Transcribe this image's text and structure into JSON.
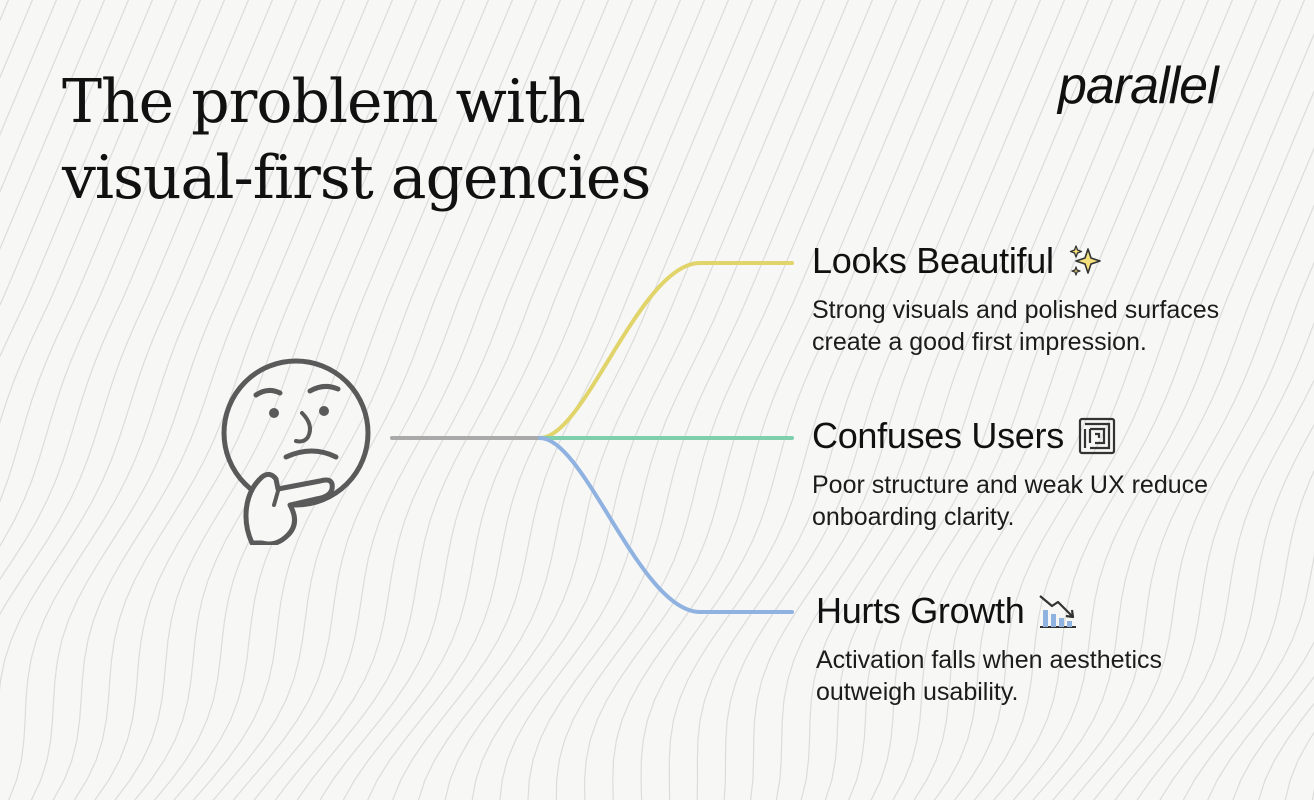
{
  "title": {
    "line1": "The problem with",
    "line2": "visual-first agencies"
  },
  "logo": {
    "text": "parallel"
  },
  "items": [
    {
      "title": "Looks Beautiful",
      "icon": "sparkles-icon",
      "desc_line1": "Strong visuals and polished surfaces",
      "desc_line2": "create a good first impression.",
      "color": "#e0d46a"
    },
    {
      "title": "Confuses Users",
      "icon": "maze-icon",
      "desc_line1": "Poor structure and weak UX reduce",
      "desc_line2": "onboarding clarity.",
      "color": "#7fcfac"
    },
    {
      "title": "Hurts Growth",
      "icon": "chart-decreasing-icon",
      "desc_line1": "Activation falls when aesthetics",
      "desc_line2": "outweigh usability.",
      "color": "#8fb2e0"
    }
  ],
  "colors": {
    "background": "#f7f7f6",
    "stem": "#a9a9a9",
    "pattern": "#dcdcdc",
    "face_stroke": "#5a5a5a"
  },
  "face_icon": "thinking-face-icon"
}
